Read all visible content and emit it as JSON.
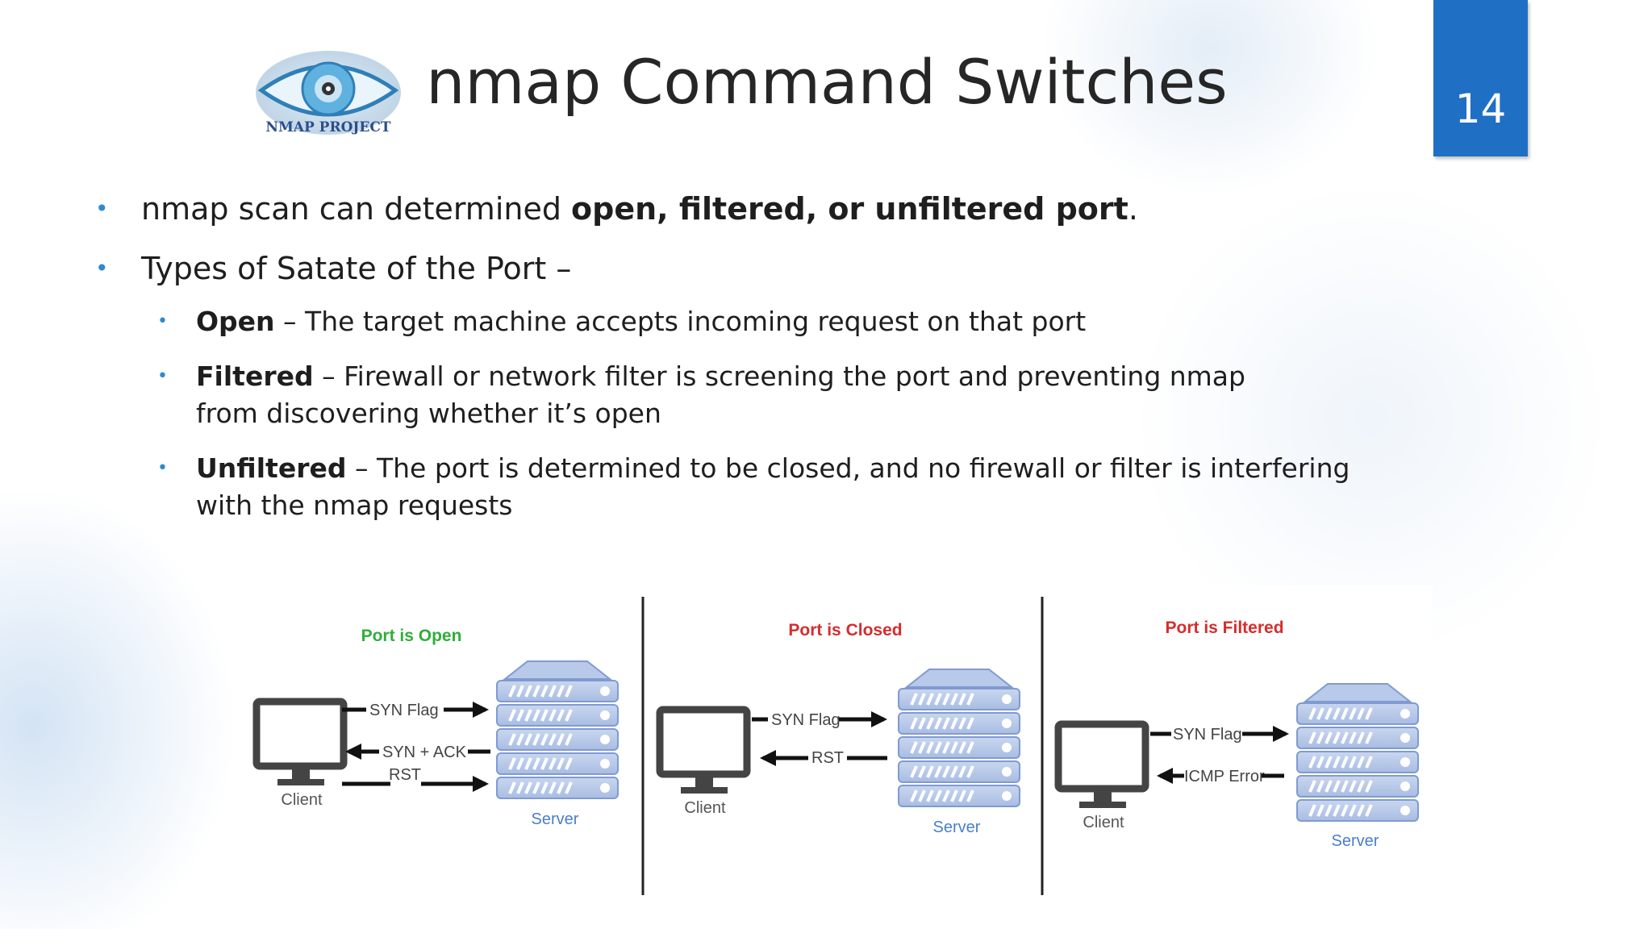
{
  "slide": {
    "title": "nmap Command Switches",
    "number": "14",
    "logo_text": "NMAP PROJECT"
  },
  "bullets": {
    "b1": {
      "pre": "nmap scan can determined ",
      "bold": "open, filtered, or unfiltered port",
      "post": "."
    },
    "b2": {
      "text": "Types of Satate of the Port –"
    },
    "sub": [
      {
        "bold": "Open",
        "text": " – The target machine accepts incoming request on that port"
      },
      {
        "bold": "Filtered",
        "text": " –  Firewall or network filter is screening the port and preventing nmap from discovering whether it’s open"
      },
      {
        "bold": "Unfiltered",
        "text": " – The port is determined to be closed, and no firewall or filter is interfering with the nmap requests"
      }
    ]
  },
  "diagram": {
    "panels": [
      {
        "title": "Port is Open",
        "title_color": "#2fae3a",
        "messages": [
          "SYN Flag",
          "SYN + ACK",
          "RST"
        ]
      },
      {
        "title": "Port is Closed",
        "title_color": "#d62c2c",
        "messages": [
          "SYN Flag",
          "RST"
        ]
      },
      {
        "title": "Port is Filtered",
        "title_color": "#d62c2c",
        "messages": [
          "SYN Flag",
          "ICMP Error"
        ]
      }
    ],
    "client_label": "Client",
    "server_label": "Server"
  }
}
